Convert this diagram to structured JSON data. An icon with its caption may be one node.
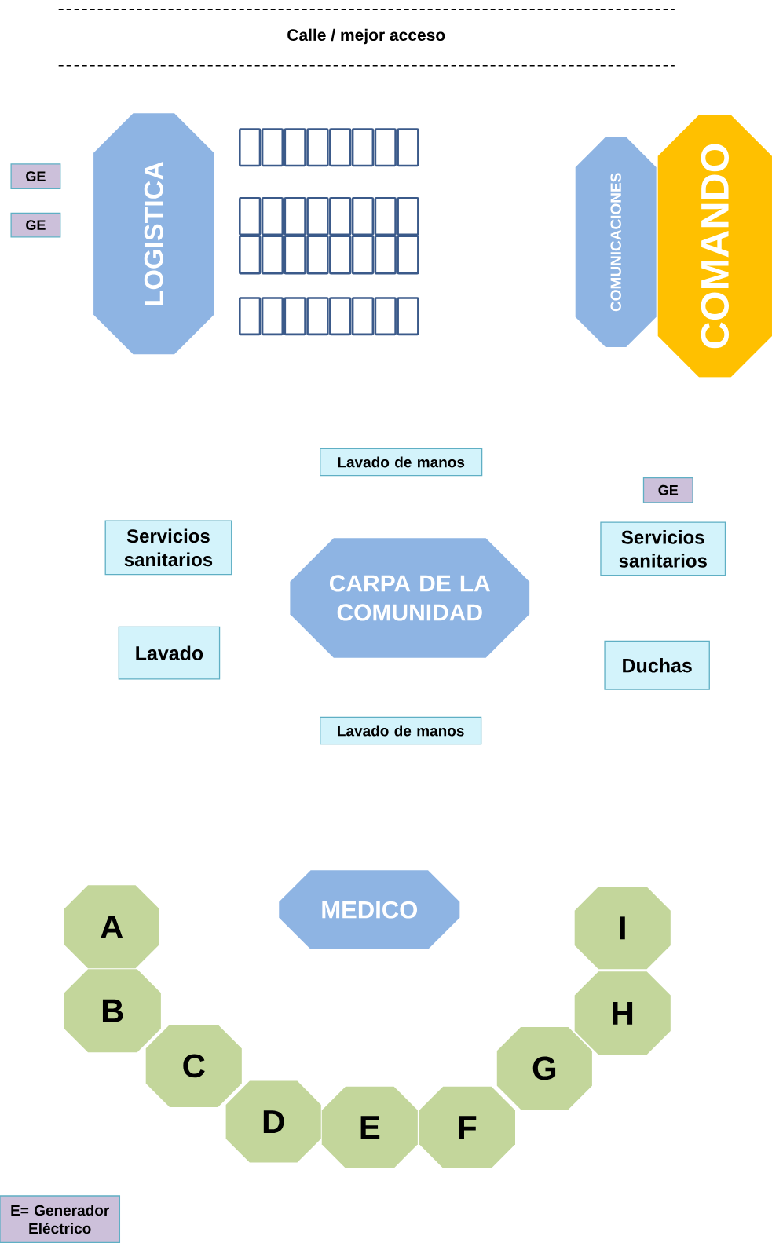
{
  "diagram": {
    "nodes": [
      {
        "text": [
          "GE"
        ]
      },
      {
        "text": [
          "GE"
        ]
      },
      {
        "text": [
          "LOGISTICA"
        ]
      },
      {
        "text": [
          "COMUNICACIONES"
        ]
      },
      {
        "text": [
          "COMANDO"
        ]
      },
      {
        "text": [
          "Lavado de manos"
        ]
      },
      {
        "text": [
          "GE"
        ]
      },
      {
        "text": [
          "Servicios sanitarios"
        ]
      },
      {
        "text": [
          "CARPA DE LA COMUNIDAD"
        ]
      },
      {
        "text": [
          "Servicios sanitarios"
        ]
      },
      {
        "text": [
          "Lavado"
        ]
      },
      {
        "text": [
          "Duchas"
        ]
      },
      {
        "text": [
          "Lavado de manos"
        ]
      },
      {
        "text": [
          "MEDICO"
        ]
      },
      {
        "text": [
          "A"
        ]
      },
      {
        "text": [
          "I"
        ]
      },
      {
        "text": [
          "B"
        ]
      },
      {
        "text": [
          "H"
        ]
      },
      {
        "text": [
          "C"
        ]
      },
      {
        "text": [
          "G"
        ]
      },
      {
        "text": [
          "D"
        ]
      },
      {
        "text": [
          "E"
        ]
      },
      {
        "text": [
          "F"
        ]
      },
      {
        "text": [
          "E= Generador Eléctrico"
        ]
      }
    ],
    "labels": [
      "Calle / mejor acceso"
    ]
  }
}
